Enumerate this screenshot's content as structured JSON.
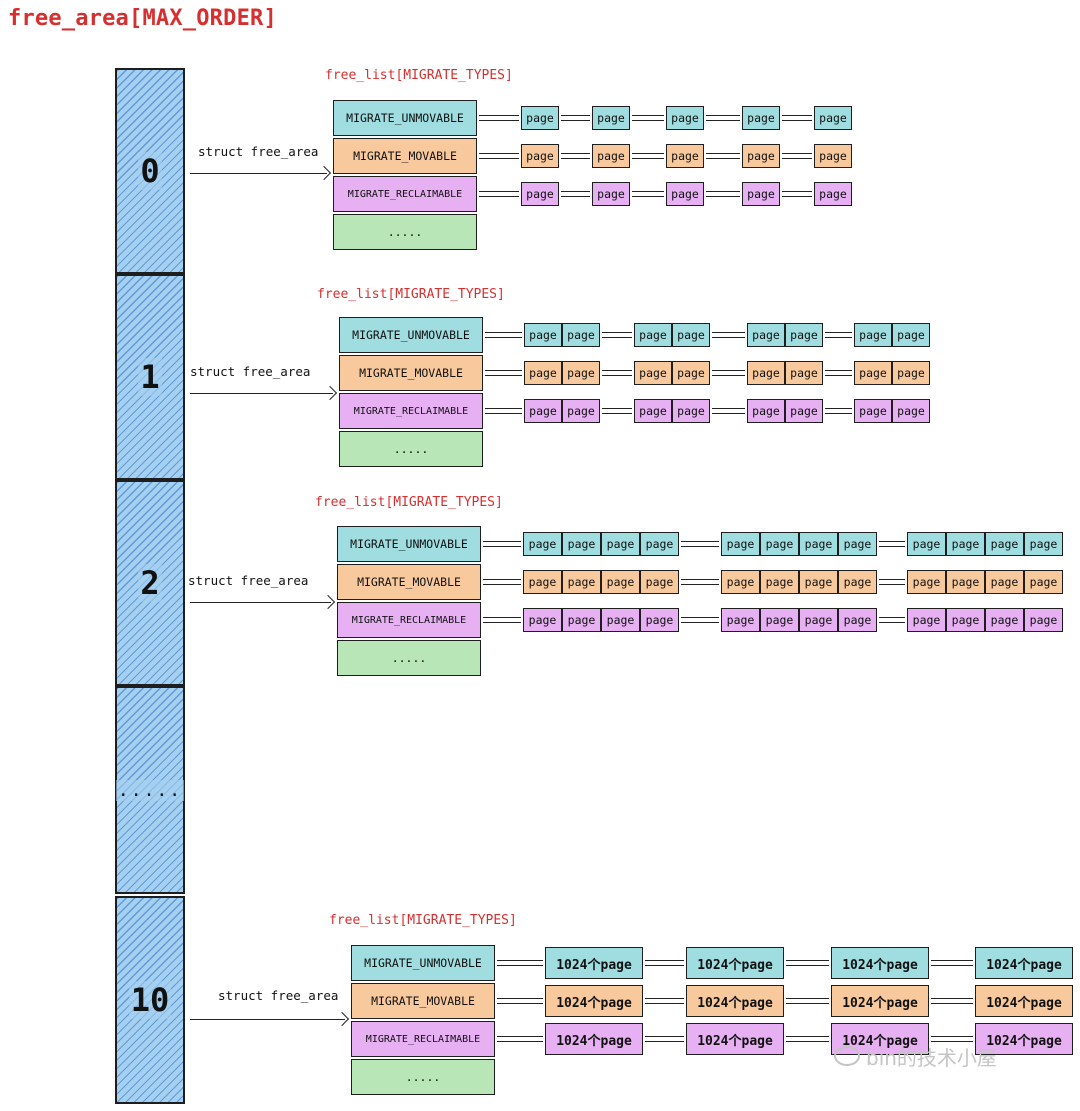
{
  "title": "free_area[MAX_ORDER]",
  "free_list_label": "free_list[MIGRATE_TYPES]",
  "struct_label": "struct free_area",
  "migrate_types": {
    "unmovable": "MIGRATE_UNMOVABLE",
    "movable": "MIGRATE_MOVABLE",
    "reclaimable": "MIGRATE_RECLAIMABLE",
    "more": "....."
  },
  "page_label": "page",
  "page_label_large": "1024个page",
  "orders": [
    {
      "label": "0",
      "block": 1
    },
    {
      "label": "1",
      "block": 2
    },
    {
      "label": "2",
      "block": 4
    },
    {
      "label": ".....",
      "block": 0
    },
    {
      "label": "10",
      "block": 1024
    }
  ],
  "colors": {
    "title": "#d62f2f",
    "order_cell": "#a5d0f0",
    "unmovable": "#9fdde0",
    "movable": "#f8c99c",
    "reclaimable": "#e6b0f2",
    "more": "#b9e6b6"
  },
  "watermark": "bin的技术小屋"
}
